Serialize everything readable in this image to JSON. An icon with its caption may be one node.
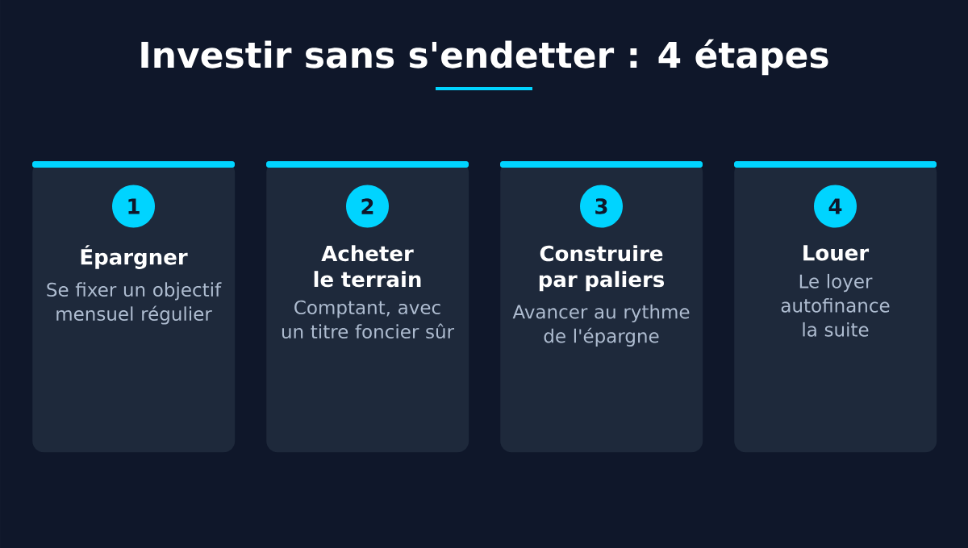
{
  "diagram": {
    "title": "Investir sans s'endetter : 4 étapes",
    "nodes": [
      {
        "text": [
          "Épargner",
          "Se fixer un objectif mensuel régulier"
        ]
      },
      {
        "text": [
          "1"
        ],
        "in": 0
      },
      {
        "text": [
          "Acheter le terrain",
          "Comptant, avec un titre foncier sûr"
        ]
      },
      {
        "text": [
          "2"
        ],
        "in": 2
      },
      {
        "text": [
          "Construire par paliers",
          "Avancer au rythme de l'épargne"
        ]
      },
      {
        "text": [
          "3"
        ],
        "in": 4
      },
      {
        "text": [
          "Louer",
          "Le loyer autofinance la suite"
        ]
      },
      {
        "text": [
          "4"
        ],
        "in": 6
      }
    ]
  }
}
